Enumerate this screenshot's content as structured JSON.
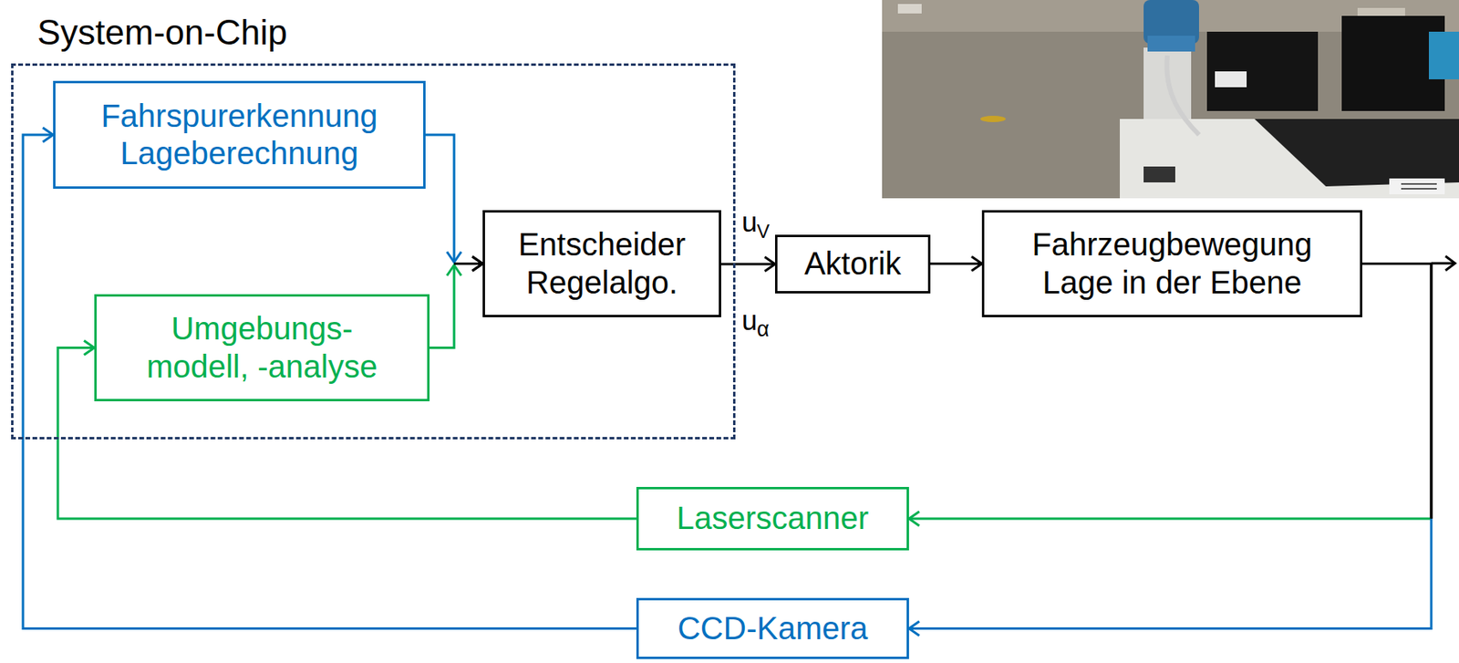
{
  "diagram": {
    "nodes": [
      {
        "text": [
          "System-on-Chip"
        ]
      },
      {
        "text": [
          "Fahrspurerkennung Lageberechnung"
        ],
        "in": 0
      },
      {
        "text": [
          "Umgebungs- modell, -analyse"
        ],
        "in": 0
      },
      {
        "text": [
          "Entscheider Regelalgo."
        ],
        "in": 0
      },
      {
        "text": [
          "Aktorik"
        ]
      },
      {
        "text": [
          "Fahrzeugbewegung Lage in der Ebene"
        ]
      },
      {
        "text": [
          "Laserscanner"
        ]
      },
      {
        "text": [
          "CCD-Kamera"
        ]
      }
    ],
    "edges": [
      {
        "from": 1,
        "to": 3,
        "arrow": "to"
      },
      {
        "from": 2,
        "to": 3,
        "arrow": "to"
      },
      {
        "from": 3,
        "to": 4,
        "arrow": "to"
      },
      {
        "from": 4,
        "to": 5,
        "arrow": "to"
      },
      {
        "from": 5,
        "to": 6,
        "arrow": "to"
      },
      {
        "from": 5,
        "to": 7,
        "arrow": "to"
      },
      {
        "from": 6,
        "to": 2,
        "arrow": "to"
      },
      {
        "from": 7,
        "to": 1,
        "arrow": "to"
      }
    ],
    "labels": [
      "u",
      "V",
      "u",
      "α"
    ]
  }
}
